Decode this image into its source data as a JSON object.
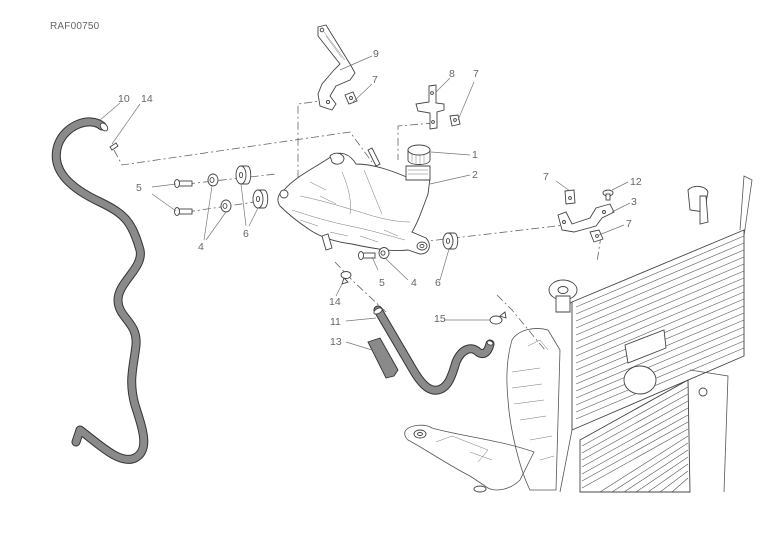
{
  "diagram": {
    "reference_code": "RAF00750",
    "hose_color": "#8a8a8a",
    "line_color": "#444444",
    "callouts": [
      {
        "id": "c1",
        "label": "1",
        "part": "expansion-tank-cap"
      },
      {
        "id": "c2",
        "label": "2",
        "part": "expansion-tank"
      },
      {
        "id": "c3",
        "label": "3",
        "part": "bracket-right"
      },
      {
        "id": "c4a",
        "label": "4",
        "part": "spacer"
      },
      {
        "id": "c4b",
        "label": "4",
        "part": "spacer"
      },
      {
        "id": "c5a",
        "label": "5",
        "part": "screw"
      },
      {
        "id": "c5b",
        "label": "5",
        "part": "screw"
      },
      {
        "id": "c6a",
        "label": "6",
        "part": "rubber-grommet"
      },
      {
        "id": "c6b",
        "label": "6",
        "part": "rubber-grommet"
      },
      {
        "id": "c7a",
        "label": "7",
        "part": "clip-nut"
      },
      {
        "id": "c7b",
        "label": "7",
        "part": "clip-nut"
      },
      {
        "id": "c7c",
        "label": "7",
        "part": "clip-nut"
      },
      {
        "id": "c7d",
        "label": "7",
        "part": "clip-nut"
      },
      {
        "id": "c8",
        "label": "8",
        "part": "bracket-center"
      },
      {
        "id": "c9",
        "label": "9",
        "part": "bracket-left"
      },
      {
        "id": "c10",
        "label": "10",
        "part": "overflow-hose"
      },
      {
        "id": "c11",
        "label": "11",
        "part": "connecting-hose"
      },
      {
        "id": "c12",
        "label": "12",
        "part": "screw-small"
      },
      {
        "id": "c13",
        "label": "13",
        "part": "hose-sleeve"
      },
      {
        "id": "c14a",
        "label": "14",
        "part": "hose-clamp"
      },
      {
        "id": "c14b",
        "label": "14",
        "part": "hose-clamp"
      },
      {
        "id": "c15",
        "label": "15",
        "part": "hose-clamp"
      }
    ]
  }
}
